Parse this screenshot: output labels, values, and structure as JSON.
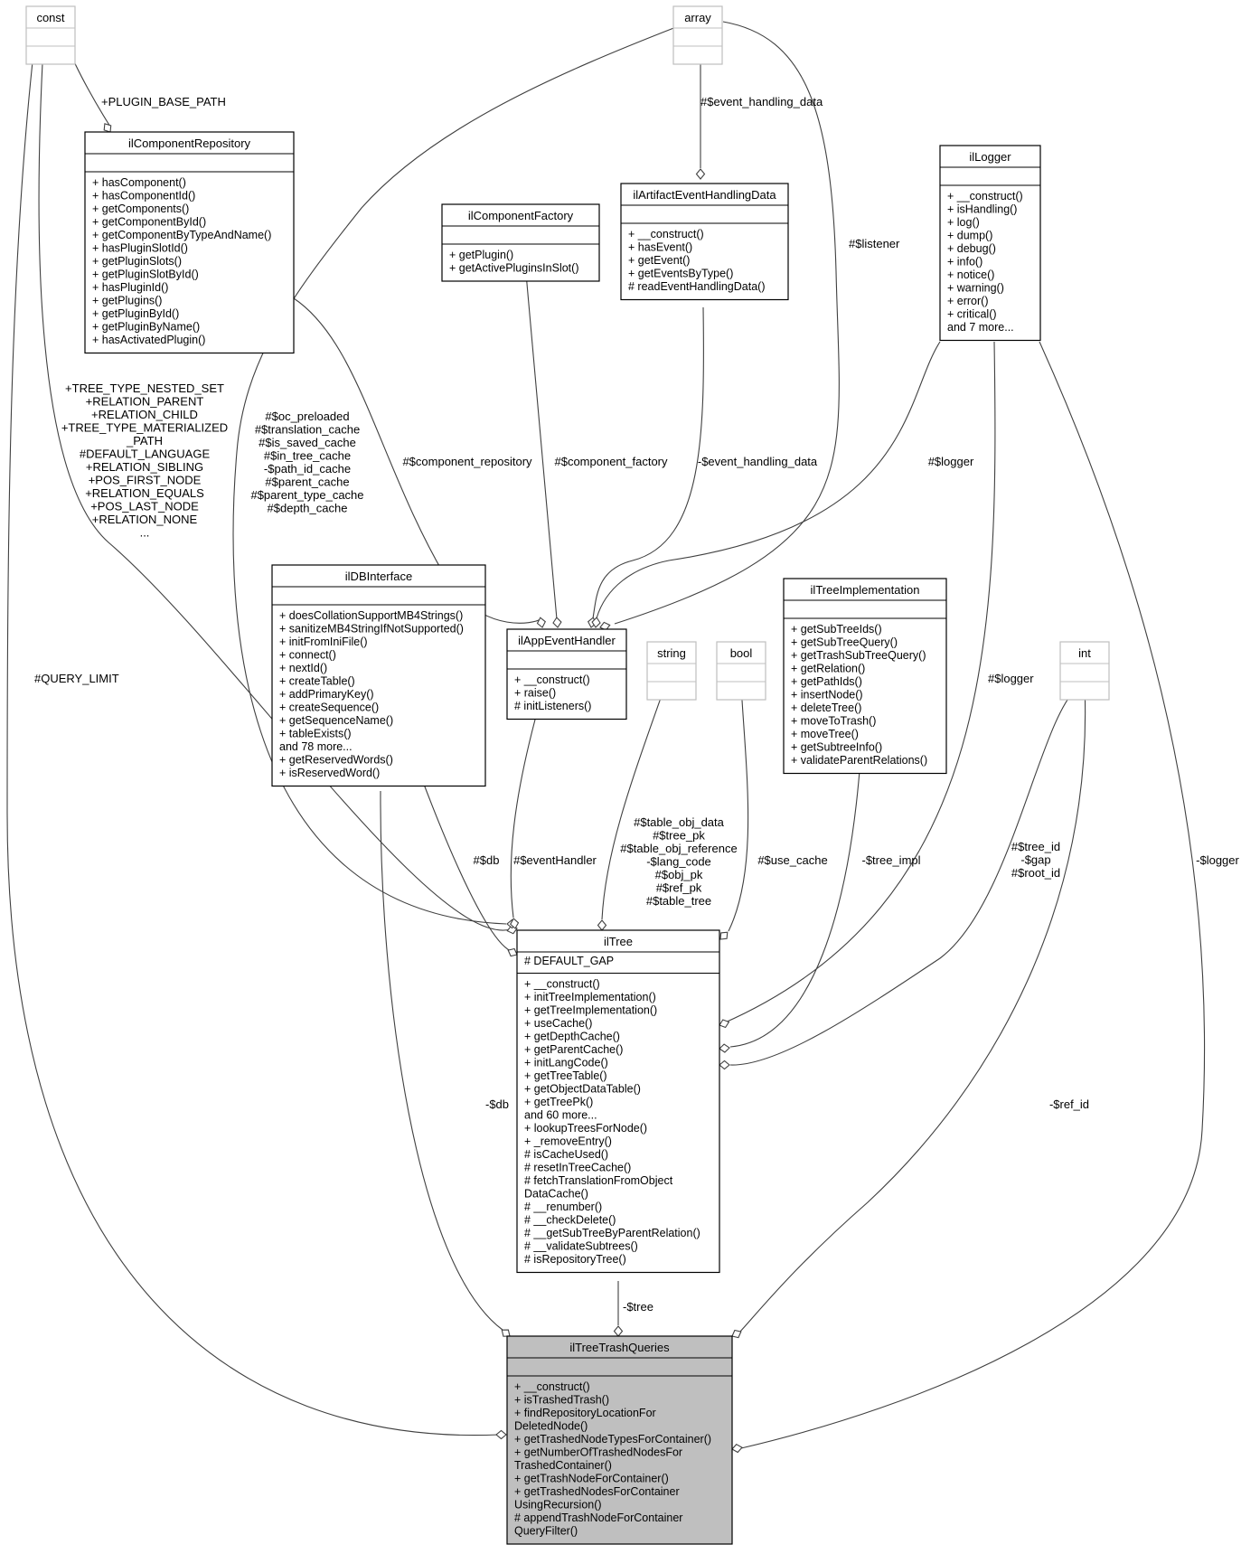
{
  "diagram": {
    "classes": [
      {
        "id": "const",
        "name": "const",
        "external": true,
        "members": [],
        "methods": []
      },
      {
        "id": "array",
        "name": "array",
        "external": true,
        "members": [],
        "methods": []
      },
      {
        "id": "string",
        "name": "string",
        "external": true,
        "members": [],
        "methods": []
      },
      {
        "id": "bool",
        "name": "bool",
        "external": true,
        "members": [],
        "methods": []
      },
      {
        "id": "int",
        "name": "int",
        "external": true,
        "members": [],
        "methods": []
      },
      {
        "id": "ilComponentRepository",
        "name": "ilComponentRepository",
        "members": [],
        "methods": [
          "+ hasComponent()",
          "+ hasComponentId()",
          "+ getComponents()",
          "+ getComponentById()",
          "+ getComponentByTypeAndName()",
          "+ hasPluginSlotId()",
          "+ getPluginSlots()",
          "+ getPluginSlotById()",
          "+ hasPluginId()",
          "+ getPlugins()",
          "+ getPluginById()",
          "+ getPluginByName()",
          "+ hasActivatedPlugin()"
        ]
      },
      {
        "id": "ilComponentFactory",
        "name": "ilComponentFactory",
        "members": [],
        "methods": [
          "+ getPlugin()",
          "+ getActivePluginsInSlot()"
        ]
      },
      {
        "id": "ilArtifactEventHandlingData",
        "name": "ilArtifactEventHandlingData",
        "members": [],
        "methods": [
          "+ __construct()",
          "+ hasEvent()",
          "+ getEvent()",
          "+ getEventsByType()",
          "# readEventHandlingData()"
        ]
      },
      {
        "id": "ilLogger",
        "name": "ilLogger",
        "members": [],
        "methods": [
          "+ __construct()",
          "+ isHandling()",
          "+ log()",
          "+ dump()",
          "+ debug()",
          "+ info()",
          "+ notice()",
          "+ warning()",
          "+ error()",
          "+ critical()",
          "and 7 more..."
        ]
      },
      {
        "id": "ilDBInterface",
        "name": "ilDBInterface",
        "members": [],
        "methods": [
          "+ doesCollationSupportMB4Strings()",
          "+ sanitizeMB4StringIfNotSupported()",
          "+ initFromIniFile()",
          "+ connect()",
          "+ nextId()",
          "+ createTable()",
          "+ addPrimaryKey()",
          "+ createSequence()",
          "+ getSequenceName()",
          "+ tableExists()",
          "and 78 more...",
          "+ getReservedWords()",
          "+ isReservedWord()"
        ]
      },
      {
        "id": "ilAppEventHandler",
        "name": "ilAppEventHandler",
        "members": [],
        "methods": [
          "+ __construct()",
          "+ raise()",
          "# initListeners()"
        ]
      },
      {
        "id": "ilTreeImplementation",
        "name": "ilTreeImplementation",
        "members": [],
        "methods": [
          "+ getSubTreeIds()",
          "+ getSubTreeQuery()",
          "+ getTrashSubTreeQuery()",
          "+ getRelation()",
          "+ getPathIds()",
          "+ insertNode()",
          "+ deleteTree()",
          "+ moveToTrash()",
          "+ moveTree()",
          "+ getSubtreeInfo()",
          "+ validateParentRelations()"
        ]
      },
      {
        "id": "ilTree",
        "name": "ilTree",
        "members": [
          "# DEFAULT_GAP"
        ],
        "methods": [
          "+ __construct()",
          "+ initTreeImplementation()",
          "+ getTreeImplementation()",
          "+ useCache()",
          "+ getDepthCache()",
          "+ getParentCache()",
          "+ initLangCode()",
          "+ getTreeTable()",
          "+ getObjectDataTable()",
          "+ getTreePk()",
          "and 60 more...",
          "+ lookupTreesForNode()",
          "+ _removeEntry()",
          "# isCacheUsed()",
          "# resetInTreeCache()",
          "# fetchTranslationFromObject",
          "DataCache()",
          "# __renumber()",
          "# __checkDelete()",
          "# __getSubTreeByParentRelation()",
          "# __validateSubtrees()",
          "# isRepositoryTree()"
        ]
      },
      {
        "id": "ilTreeTrashQueries",
        "name": "ilTreeTrashQueries",
        "highlighted": true,
        "members": [],
        "methods": [
          "+ __construct()",
          "+ isTrashedTrash()",
          "+ findRepositoryLocationFor",
          "DeletedNode()",
          "+ getTrashedNodeTypesForContainer()",
          "+ getNumberOfTrashedNodesFor",
          "TrashedContainer()",
          "+ getTrashNodeForContainer()",
          "+ getTrashedNodesForContainer",
          "UsingRecursion()",
          "# appendTrashNodeForContainer",
          "QueryFilter()"
        ]
      }
    ],
    "edge_labels": {
      "plugin_base_path": [
        "+PLUGIN_BASE_PATH"
      ],
      "event_handling_data_arr": [
        "#$event_handling_data"
      ],
      "listener": [
        "#$listener"
      ],
      "const_tree": [
        "+TREE_TYPE_NESTED_SET",
        "+RELATION_PARENT",
        "+RELATION_CHILD",
        "+TREE_TYPE_MATERIALIZED",
        "_PATH",
        "#DEFAULT_LANGUAGE",
        "+RELATION_SIBLING",
        "+POS_FIRST_NODE",
        "+RELATION_EQUALS",
        "+POS_LAST_NODE",
        "+RELATION_NONE",
        "..."
      ],
      "array_tree": [
        "#$oc_preloaded",
        "#$translation_cache",
        "#$is_saved_cache",
        "#$in_tree_cache",
        "-$path_id_cache",
        "#$parent_cache",
        "#$parent_type_cache",
        "#$depth_cache"
      ],
      "component_repository": [
        "#$component_repository"
      ],
      "component_factory": [
        "#$component_factory"
      ],
      "event_handling_data": [
        "-$event_handling_data"
      ],
      "logger_app": [
        "#$logger"
      ],
      "query_limit": [
        "#QUERY_LIMIT"
      ],
      "logger_tree": [
        "#$logger"
      ],
      "string_tree": [
        "#$table_obj_data",
        "#$tree_pk",
        "#$table_obj_reference",
        "-$lang_code",
        "#$obj_pk",
        "#$ref_pk",
        "#$table_tree"
      ],
      "db_tree": [
        "#$db"
      ],
      "event_handler": [
        "#$eventHandler"
      ],
      "use_cache": [
        "#$use_cache"
      ],
      "tree_impl": [
        "-$tree_impl"
      ],
      "int_tree": [
        "#$tree_id",
        "-$gap",
        "#$root_id"
      ],
      "logger_trash": [
        "-$logger"
      ],
      "db_trash": [
        "-$db"
      ],
      "ref_id": [
        "-$ref_id"
      ],
      "tree_trash": [
        "-$tree"
      ]
    }
  }
}
